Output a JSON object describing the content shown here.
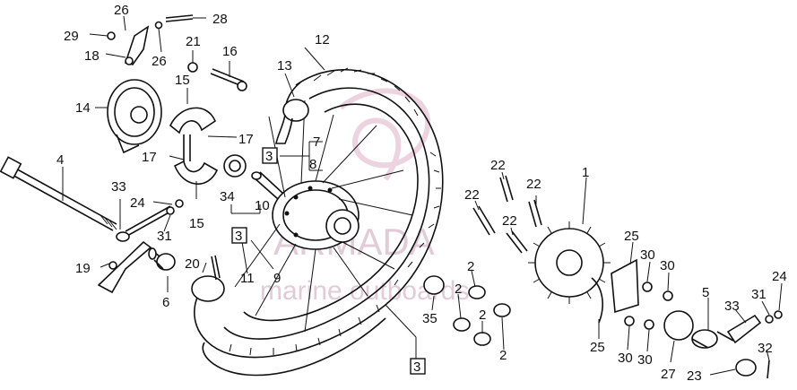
{
  "diagram": {
    "callouts": {
      "c1": "1",
      "c2a": "2",
      "c2b": "2",
      "c2c": "2",
      "c2d": "2",
      "c3a": "3",
      "c3b": "3",
      "c3c": "3",
      "c4": "4",
      "c5": "5",
      "c6": "6",
      "c7": "7",
      "c8": "8",
      "c9": "9",
      "c10": "10",
      "c11": "11",
      "c12": "12",
      "c13": "13",
      "c14": "14",
      "c15a": "15",
      "c15b": "15",
      "c16": "16",
      "c17a": "17",
      "c17b": "17",
      "c18": "18",
      "c19": "19",
      "c20": "20",
      "c21": "21",
      "c22a": "22",
      "c22b": "22",
      "c22c": "22",
      "c22d": "22",
      "c23": "23",
      "c24a": "24",
      "c24b": "24",
      "c25a": "25",
      "c25b": "25",
      "c26a": "26",
      "c26b": "26",
      "c27": "27",
      "c28": "28",
      "c29": "29",
      "c30a": "30",
      "c30b": "30",
      "c30c": "30",
      "c30d": "30",
      "c31a": "31",
      "c31b": "31",
      "c32": "32",
      "c33a": "33",
      "c33b": "33",
      "c34": "34",
      "c35": "35"
    },
    "watermark": {
      "brand": "ARMADA",
      "tagline": "marine outboards"
    }
  }
}
